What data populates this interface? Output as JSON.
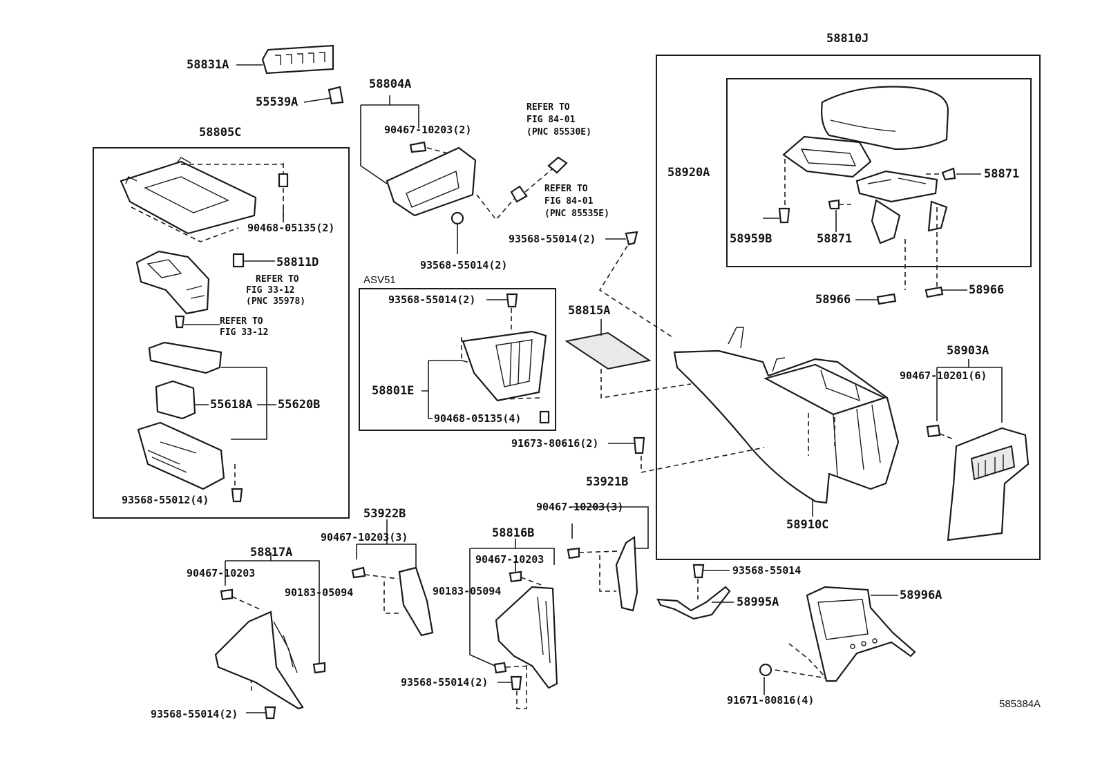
{
  "figure_id": "585384A",
  "variant_label": "ASV51",
  "parts": {
    "p58831A": "58831A",
    "p55539A": "55539A",
    "p58805C": "58805C",
    "p90468_05135_2": "90468-05135(2)",
    "p58811D": "58811D",
    "refer_3312a_1": "REFER TO",
    "refer_3312a_2": "FIG 33-12",
    "refer_3312a_3": "(PNC 35978)",
    "refer_3312b_1": "REFER TO",
    "refer_3312b_2": "FIG 33-12",
    "p55618A": "55618A",
    "p55620B": "55620B",
    "p93568_55012_4": "93568-55012(4)",
    "p58804A": "58804A",
    "p90467_10203_2": "90467-10203(2)",
    "refer_8401a_1": "REFER TO",
    "refer_8401a_2": "FIG 84-01",
    "refer_8401a_3": "(PNC 85530E)",
    "refer_8401b_1": "REFER TO",
    "refer_8401b_2": "FIG 84-01",
    "refer_8401b_3": "(PNC 85535E)",
    "p93568_55014_2_a": "93568-55014(2)",
    "p93568_55014_2_b": "93568-55014(2)",
    "p93568_55014_2_c": "93568-55014(2)",
    "p58801E": "58801E",
    "p90468_05135_4": "90468-05135(4)",
    "p58815A": "58815A",
    "p91673_80616_2": "91673-80616(2)",
    "p58810J": "58810J",
    "p58920A": "58920A",
    "p58871_a": "58871",
    "p58871_b": "58871",
    "p58959B": "58959B",
    "p58966_a": "58966",
    "p58966_b": "58966",
    "p58903A": "58903A",
    "p90467_10201_6": "90467-10201(6)",
    "p58910C": "58910C",
    "p53921B": "53921B",
    "p90467_10203_3_a": "90467-10203(3)",
    "p53922B": "53922B",
    "p90467_10203_3_b": "90467-10203(3)",
    "p58816B": "58816B",
    "p90467_10203_c": "90467-10203",
    "p90183_05094_a": "90183-05094",
    "p58817A": "58817A",
    "p90467_10203_d": "90467-10203",
    "p90183_05094_b": "90183-05094",
    "p93568_55014_2_d": "93568-55014(2)",
    "p93568_55014_2_e": "93568-55014(2)",
    "p93568_55014": "93568-55014",
    "p58995A": "58995A",
    "p58996A": "58996A",
    "p91671_80816_4": "91671-80816(4)"
  }
}
